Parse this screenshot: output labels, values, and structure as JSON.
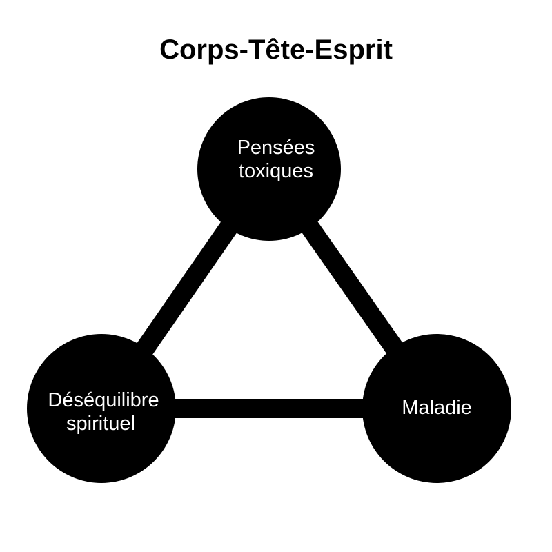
{
  "title": "Corps-Tête-Esprit",
  "colors": {
    "node_fill": "#000000",
    "edge": "#000000",
    "label": "#ffffff",
    "background": "#ffffff"
  },
  "nodes": [
    {
      "id": "top",
      "lines": [
        "Pensées",
        "toxiques"
      ]
    },
    {
      "id": "left",
      "lines": [
        "Déséquilibre",
        "spirituel"
      ]
    },
    {
      "id": "right",
      "lines": [
        "Maladie"
      ]
    }
  ],
  "edges": [
    {
      "from": "top",
      "to": "left"
    },
    {
      "from": "top",
      "to": "right"
    },
    {
      "from": "left",
      "to": "right"
    }
  ]
}
